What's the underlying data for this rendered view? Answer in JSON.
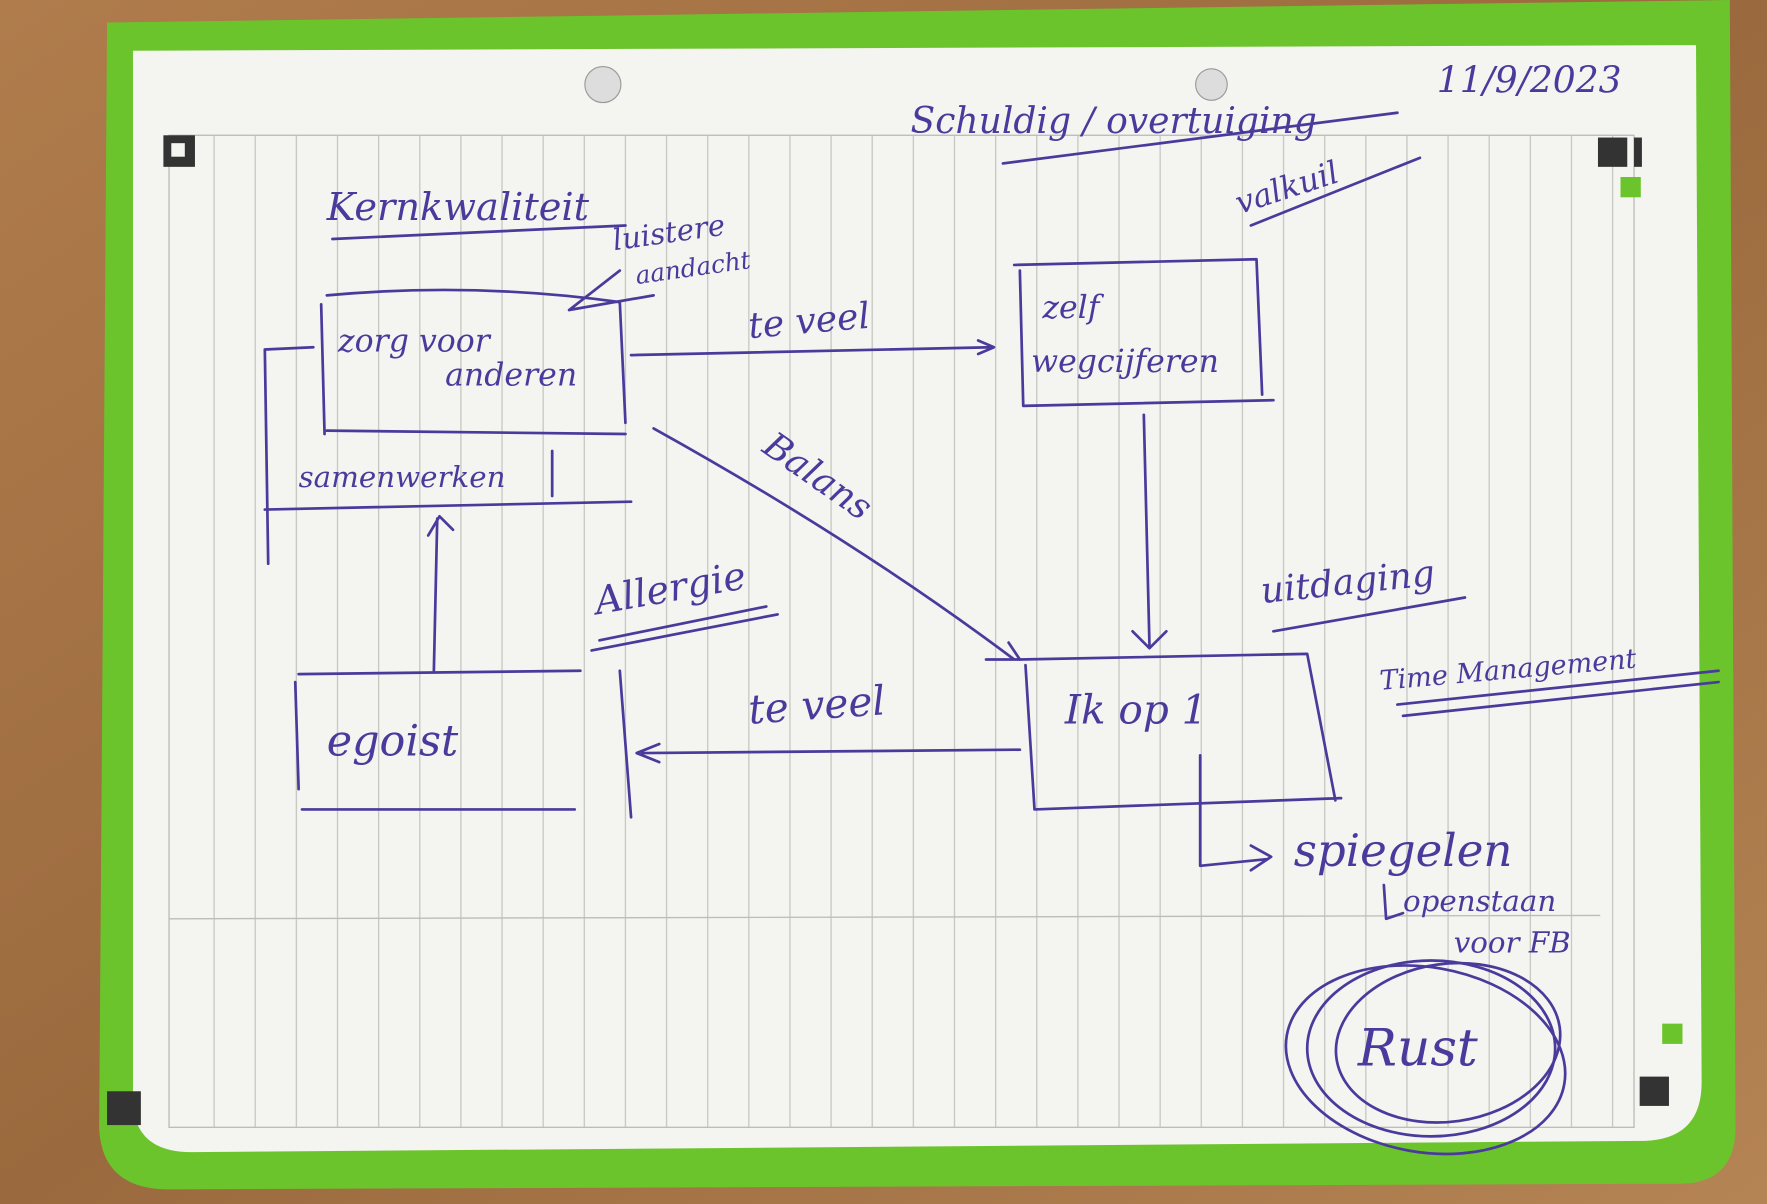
{
  "header": {
    "date": "11/9/2023",
    "top_title": "Schuldig / overtuiging",
    "valkuil": "valkuil"
  },
  "left": {
    "kernkwaliteit": "Kernkwaliteit",
    "annotation_line1": "luistere",
    "annotation_line2": "aandacht",
    "box_zorg_line1": "zorg voor",
    "box_zorg_line2": "anderen",
    "samenwerken": "samenwerken",
    "allergie": "Allergie",
    "box_egoist": "egoist"
  },
  "right": {
    "box_zelf_line1": "zelf",
    "box_zelf_line2": "wegcijferen",
    "uitdaging": "uitdaging",
    "time_management": "Time Management",
    "box_ik": "Ik op 1",
    "spiegelen": "spiegelen",
    "openstaan_line1": "openstaan",
    "openstaan_line2": "voor FB",
    "rust": "Rust"
  },
  "connectors": {
    "te_veel_top": "te veel",
    "te_veel_bottom": "te veel",
    "balans": "Balans"
  },
  "colors": {
    "ink": "#4a3a9c",
    "cover": "#6cc42c",
    "paper": "#f4f4f0",
    "wood": "#a9774a"
  }
}
